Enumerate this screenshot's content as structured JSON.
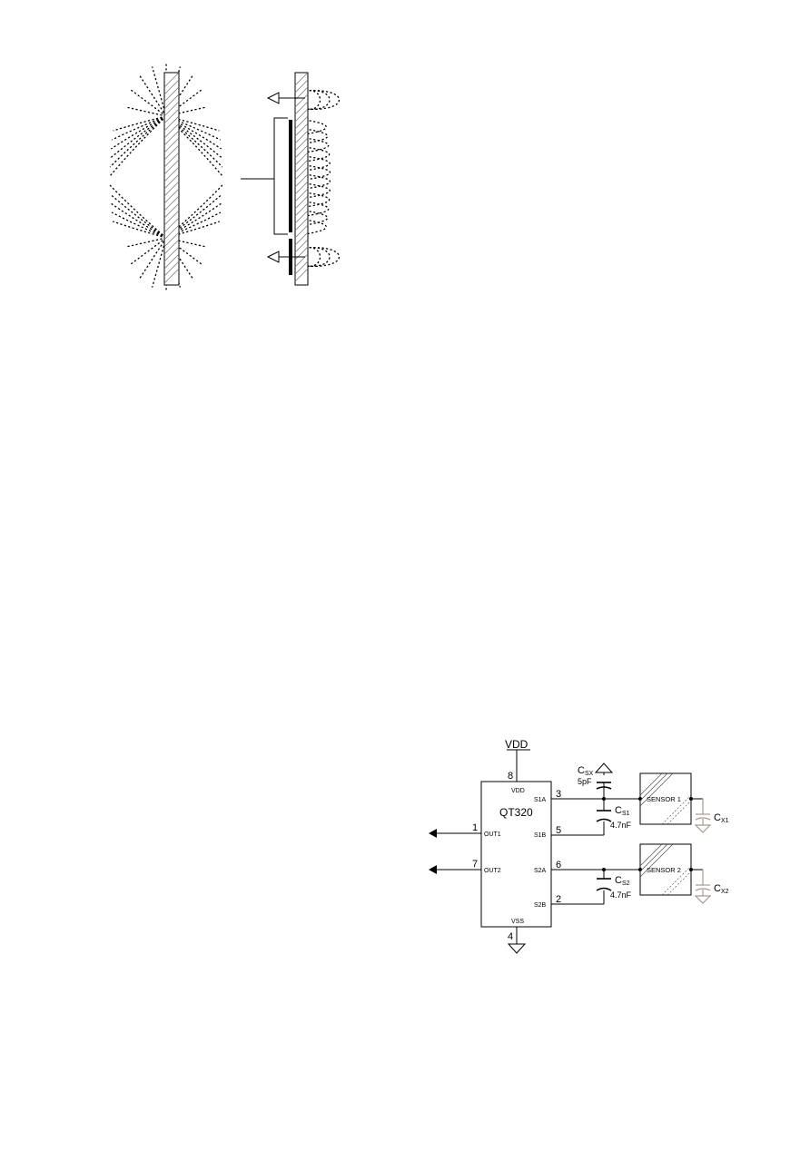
{
  "schematic": {
    "chip_name": "QT320",
    "supply_label": "VDD",
    "pins": {
      "vdd_num": "8",
      "vdd_name": "VDD",
      "vss_num": "4",
      "vss_name": "VSS",
      "out1_num": "1",
      "out1_name": "OUT1",
      "out2_num": "7",
      "out2_name": "OUT2",
      "s1a_num": "3",
      "s1a_name": "S1A",
      "s1b_num": "5",
      "s1b_name": "S1B",
      "s2a_num": "6",
      "s2a_name": "S2A",
      "s2b_num": "2",
      "s2b_name": "S2B"
    },
    "csx": {
      "main": "C",
      "sub": "SX",
      "value": "5pF"
    },
    "cs1": {
      "main": "C",
      "sub": "S1",
      "value": "4.7nF"
    },
    "cs2": {
      "main": "C",
      "sub": "S2",
      "value": "4.7nF"
    },
    "sensor1": "SENSOR 1",
    "sensor2": "SENSOR 2",
    "cx1": {
      "main": "C",
      "sub": "X1"
    },
    "cx2": {
      "main": "C",
      "sub": "X2"
    }
  }
}
